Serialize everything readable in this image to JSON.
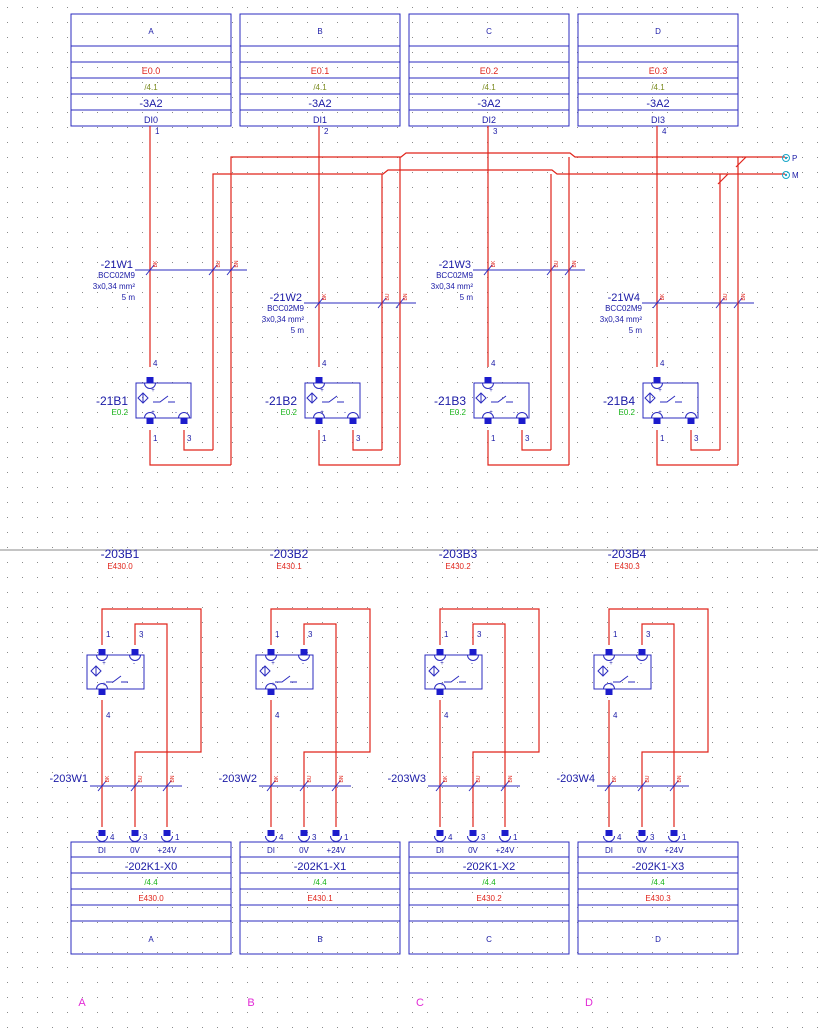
{
  "top_blocks": [
    {
      "header": "A",
      "address": "E0.0",
      "xref": "/4.1",
      "device": "-3A2",
      "port": "DI0",
      "pin": "1"
    },
    {
      "header": "B",
      "address": "E0.1",
      "xref": "/4.1",
      "device": "-3A2",
      "port": "DI1",
      "pin": "2"
    },
    {
      "header": "C",
      "address": "E0.2",
      "xref": "/4.1",
      "device": "-3A2",
      "port": "DI2",
      "pin": "3"
    },
    {
      "header": "D",
      "address": "E0.3",
      "xref": "/4.1",
      "device": "-3A2",
      "port": "DI3",
      "pin": "4"
    }
  ],
  "bus_labels": {
    "p": "P",
    "m": "M"
  },
  "top_cables": [
    {
      "name": "-21W1",
      "type": "BCC02M9",
      "section": "3x0,34 mm²",
      "length": "5 m"
    },
    {
      "name": "-21W2",
      "type": "BCC02M9",
      "section": "3x0,34 mm²",
      "length": "5 m"
    },
    {
      "name": "-21W3",
      "type": "BCC02M9",
      "section": "3x0,34 mm²",
      "length": "5 m"
    },
    {
      "name": "-21W4",
      "type": "BCC02M9",
      "section": "3x0,34 mm²",
      "length": "5 m"
    }
  ],
  "wire_colors": {
    "bk": "BK",
    "bu": "BU",
    "bn": "BN"
  },
  "top_sensors": [
    {
      "name": "-21B1",
      "address": "E0.2",
      "pin_top": "4",
      "pin_bl": "1",
      "pin_br": "3"
    },
    {
      "name": "-21B2",
      "address": "E0.2",
      "pin_top": "4",
      "pin_bl": "1",
      "pin_br": "3"
    },
    {
      "name": "-21B3",
      "address": "E0.2",
      "pin_top": "4",
      "pin_bl": "1",
      "pin_br": "3"
    },
    {
      "name": "-21B4",
      "address": "E0.2",
      "pin_top": "4",
      "pin_bl": "1",
      "pin_br": "3"
    }
  ],
  "bottom_sensors": [
    {
      "name": "-203B1",
      "address": "E430.0",
      "pin_tl": "1",
      "pin_tr": "3",
      "pin_b": "4"
    },
    {
      "name": "-203B2",
      "address": "E430.1",
      "pin_tl": "1",
      "pin_tr": "3",
      "pin_b": "4"
    },
    {
      "name": "-203B3",
      "address": "E430.2",
      "pin_tl": "1",
      "pin_tr": "3",
      "pin_b": "4"
    },
    {
      "name": "-203B4",
      "address": "E430.3",
      "pin_tl": "1",
      "pin_tr": "3",
      "pin_b": "4"
    }
  ],
  "bottom_cables": [
    {
      "name": "-203W1"
    },
    {
      "name": "-203W2"
    },
    {
      "name": "-203W3"
    },
    {
      "name": "-203W4"
    }
  ],
  "bottom_blocks": [
    {
      "pins": [
        "4",
        "3",
        "1"
      ],
      "signals": [
        "DI",
        "0V",
        "+24V"
      ],
      "device": "-202K1-X0",
      "xref": "/4.4",
      "address": "E430.0",
      "footer": "A"
    },
    {
      "pins": [
        "4",
        "3",
        "1"
      ],
      "signals": [
        "DI",
        "0V",
        "+24V"
      ],
      "device": "-202K1-X1",
      "xref": "/4.4",
      "address": "E430.1",
      "footer": "B"
    },
    {
      "pins": [
        "4",
        "3",
        "1"
      ],
      "signals": [
        "DI",
        "0V",
        "+24V"
      ],
      "device": "-202K1-X2",
      "xref": "/4.4",
      "address": "E430.2",
      "footer": "C"
    },
    {
      "pins": [
        "4",
        "3",
        "1"
      ],
      "signals": [
        "DI",
        "0V",
        "+24V"
      ],
      "device": "-202K1-X3",
      "xref": "/4.4",
      "address": "E430.3",
      "footer": "D"
    }
  ],
  "column_markers": [
    "A",
    "B",
    "C",
    "D"
  ],
  "colors": {
    "wire": "#e0241b",
    "frame": "#2b2bbf",
    "text": "#1a1aa6",
    "address": "#e0241b",
    "xref_top": "#7a8a1e",
    "xref_bottom": "#18b418",
    "marker": "#e22bd6"
  }
}
